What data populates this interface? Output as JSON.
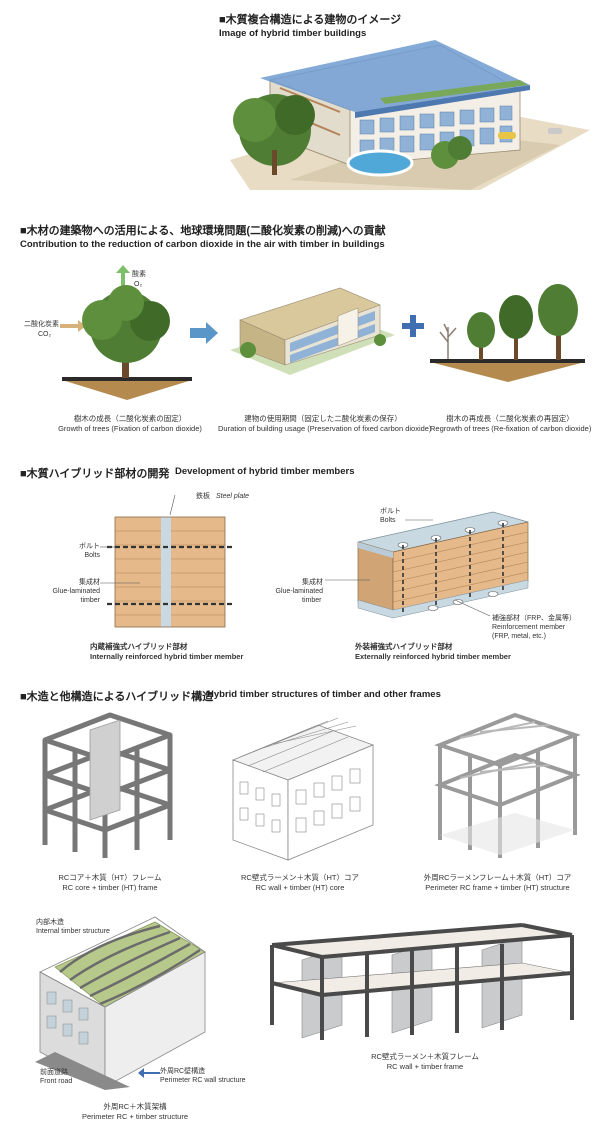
{
  "section1": {
    "title_jp": "■木質複合構造による建物のイメージ",
    "title_en": "Image of hybrid timber buildings"
  },
  "section2": {
    "title_jp": "■木材の建築物への活用による、地球環境問題(二酸化炭素の削減)への貢献",
    "title_en": "Contribution to the reduction of carbon dioxide in the air with timber in buildings",
    "oxygen_jp": "酸素",
    "oxygen_en": "O₂",
    "co2_jp": "二酸化炭素",
    "co2_en": "CO₂",
    "captions": [
      {
        "jp": "樹木の成長（二酸化炭素の固定）",
        "en": "Growth of trees (Fixation of carbon dioxide)"
      },
      {
        "jp": "建物の使用期間（固定した二酸化炭素の保存）",
        "en": "Duration of building usage (Preservation of fixed carbon dioxide)"
      },
      {
        "jp": "樹木の再成長（二酸化炭素の再固定）",
        "en": "Regrowth of trees (Re-fixation of carbon dioxide)"
      }
    ]
  },
  "section3": {
    "title_jp": "■木質ハイブリッド部材の開発",
    "title_en": "Development of hybrid timber members",
    "steel_plate_jp": "鉄板",
    "steel_plate_en": "Steel plate",
    "bolts_jp": "ボルト",
    "bolts_en": "Bolts",
    "glulam_jp": "集成材",
    "glulam_en1": "Glue-laminated",
    "glulam_en2": "timber",
    "reinf_jp": "補強部材（FRP、金属等）",
    "reinf_en1": "Reinforcement member",
    "reinf_en2": "(FRP, metal, etc.)",
    "internal_jp": "内蔵補強式ハイブリッド部材",
    "internal_en": "Internally reinforced hybrid timber member",
    "external_jp": "外装補強式ハイブリッド部材",
    "external_en": "Externally reinforced hybrid timber member"
  },
  "section4": {
    "title_jp": "■木造と他構造によるハイブリッド構造",
    "title_en": "Hybrid timber structures of timber and other frames",
    "frames": [
      {
        "jp": "RCコア＋木質（HT）フレーム",
        "en": "RC core + timber (HT) frame"
      },
      {
        "jp": "RC壁式ラーメン＋木質（HT）コア",
        "en": "RC wall + timber (HT) core"
      },
      {
        "jp": "外周RCラーメンフレーム＋木質（HT）コア",
        "en": "Perimeter RC frame + timber (HT) structure"
      },
      {
        "jp": "外周RC＋木質架構",
        "en": "Perimeter RC + timber structure"
      },
      {
        "jp": "RC壁式ラーメン＋木質フレーム",
        "en": "RC wall + timber frame"
      }
    ],
    "internal_timber_jp": "内部木造",
    "internal_timber_en": "Internal timber structure",
    "perimeter_wall_jp": "外周RC壁構造",
    "perimeter_wall_en": "Perimeter RC wall structure",
    "front_road_jp": "前面道路",
    "front_road_en": "Front road"
  },
  "colors": {
    "timber": "#e5b98a",
    "timber_line": "#b58458",
    "steel": "#c9d9e2",
    "foliage": "#4f7d33",
    "soil": "#b48a4e",
    "arrow": "#5b96c8",
    "frame": "#777777"
  }
}
